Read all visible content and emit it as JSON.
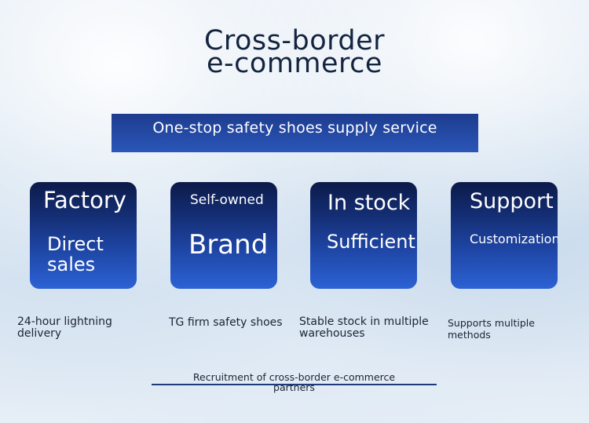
{
  "title": {
    "line1": "Cross-border",
    "line2": "e-commerce"
  },
  "banner": {
    "text": "One-stop safety shoes supply service"
  },
  "cards": [
    {
      "top": "Factory",
      "main_line1": "Direct",
      "main_line2": "sales",
      "caption_line1": "24-hour lightning",
      "caption_line2": "delivery"
    },
    {
      "top": "Self-owned",
      "main": "Brand",
      "caption": "TG firm safety shoes"
    },
    {
      "top": "In stock",
      "main": "Sufficient",
      "caption_line1": "Stable stock in multiple",
      "caption_line2": "warehouses"
    },
    {
      "top": "Support",
      "main": "Customization",
      "caption_line1": "Supports multiple",
      "caption_line2": "methods"
    }
  ],
  "footer": {
    "line1": "Recruitment of cross-border e-commerce",
    "line2": "partners"
  },
  "colors": {
    "title": "#14243f",
    "banner": "#2a56b8",
    "card_top": "#0c1a49",
    "card_bottom": "#2c62d4",
    "footer_line": "#1e3c7a"
  }
}
